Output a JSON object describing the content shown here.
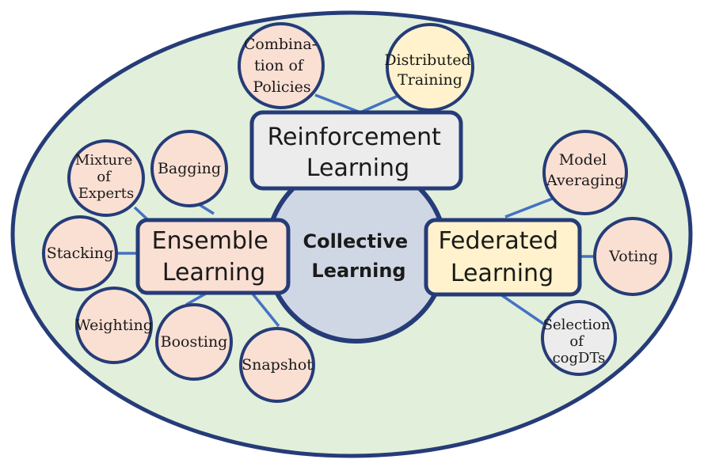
{
  "colors": {
    "outer_fill": "#e2efda",
    "outline": "#253c78",
    "connector": "#4472c4",
    "center_fill": "#d0d7e4",
    "box_reinforcement": "#ececec",
    "box_ensemble": "#fadfd3",
    "box_federated": "#fff2cc",
    "leaf_peach": "#fadfd3",
    "leaf_yellow": "#fff2cc",
    "leaf_gray": "#ececec"
  },
  "center": {
    "lines": [
      "Collective",
      "Learning"
    ]
  },
  "boxes": {
    "reinforcement": {
      "lines": [
        "Reinforcement",
        "Learning"
      ]
    },
    "ensemble": {
      "lines": [
        "Ensemble",
        "Learning"
      ]
    },
    "federated": {
      "lines": [
        "Federated",
        "Learning"
      ]
    }
  },
  "leaves": {
    "combination_of_policies": {
      "lines": [
        "Combina-",
        "tion of",
        "Policies"
      ]
    },
    "distributed_training": {
      "lines": [
        "Distributed",
        "Training"
      ]
    },
    "mixture_of_experts": {
      "lines": [
        "Mixture",
        "of",
        "Experts"
      ]
    },
    "bagging": {
      "lines": [
        "Bagging"
      ]
    },
    "stacking": {
      "lines": [
        "Stacking"
      ]
    },
    "weighting": {
      "lines": [
        "Weighting"
      ]
    },
    "boosting": {
      "lines": [
        "Boosting"
      ]
    },
    "snapshot": {
      "lines": [
        "Snapshot"
      ]
    },
    "model_averaging": {
      "lines": [
        "Model",
        "Averaging"
      ]
    },
    "voting": {
      "lines": [
        "Voting"
      ]
    },
    "selection_of_cogdts": {
      "lines": [
        "Selection",
        "of",
        "cogDTs"
      ]
    }
  }
}
